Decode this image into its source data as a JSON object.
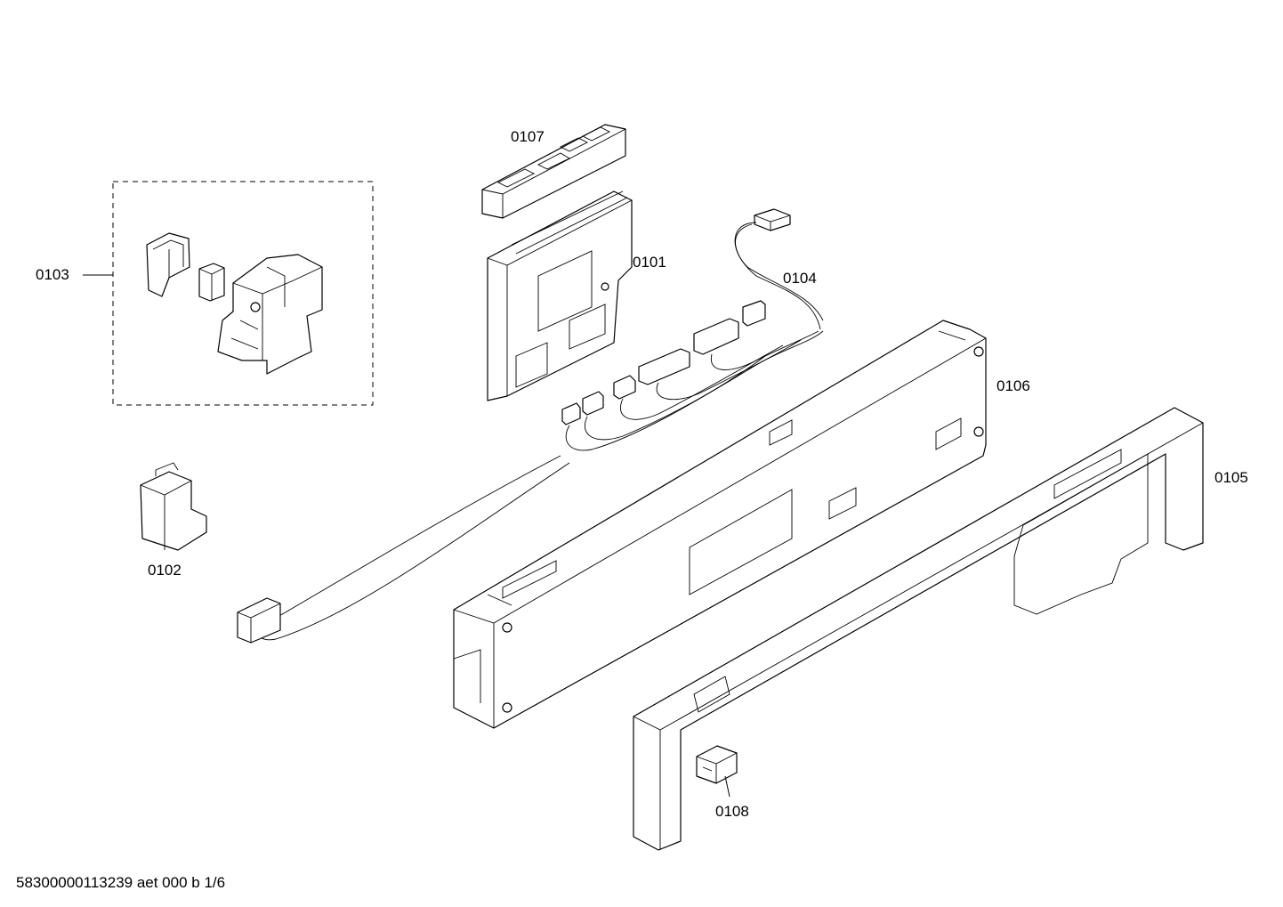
{
  "diagram": {
    "parts": [
      {
        "id": "p0101",
        "label": "0101"
      },
      {
        "id": "p0102",
        "label": "0102"
      },
      {
        "id": "p0103",
        "label": "0103"
      },
      {
        "id": "p0104",
        "label": "0104"
      },
      {
        "id": "p0105",
        "label": "0105"
      },
      {
        "id": "p0106",
        "label": "0106"
      },
      {
        "id": "p0107",
        "label": "0107"
      },
      {
        "id": "p0108",
        "label": "0108"
      }
    ],
    "footer": "58300000113239 aet 000 b 1/6"
  }
}
